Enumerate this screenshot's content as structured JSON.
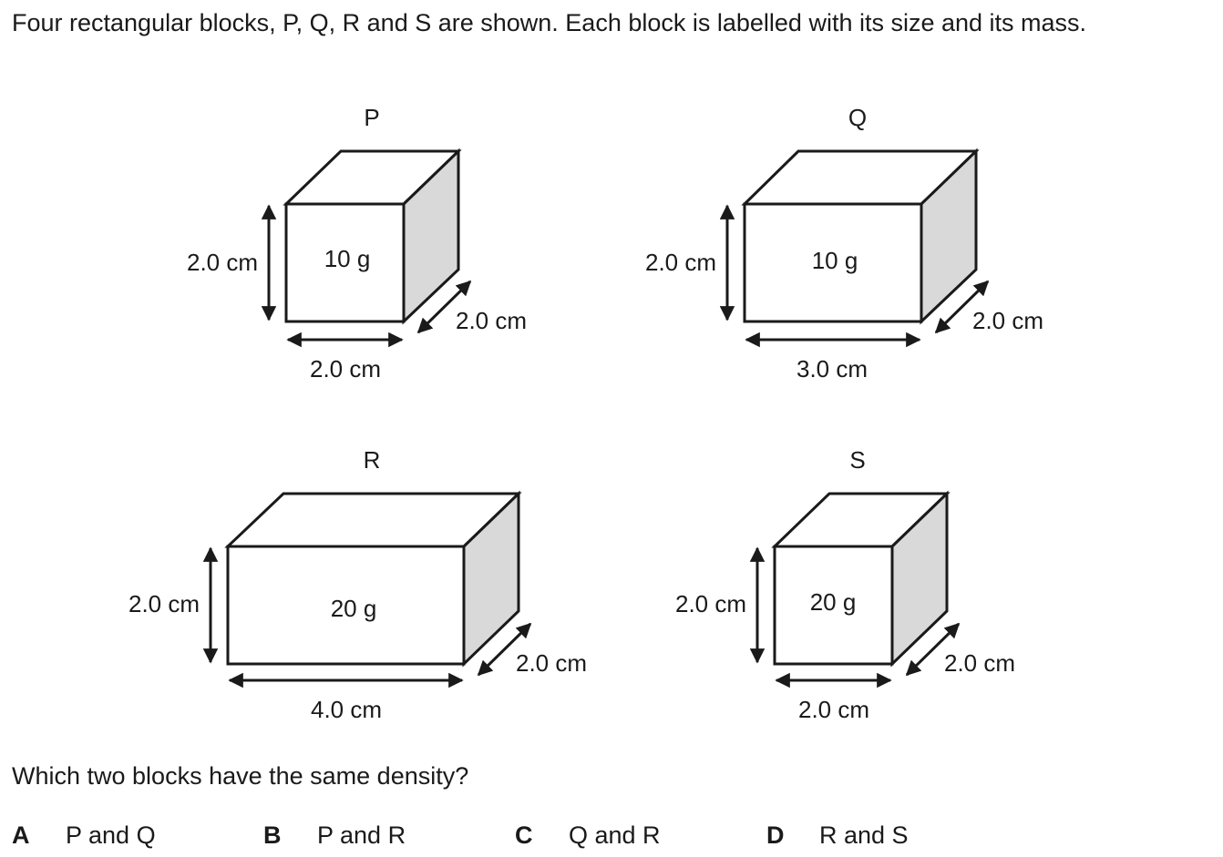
{
  "intro": "Four rectangular blocks, P, Q, R and S are shown. Each block is labelled with its size and its mass.",
  "question": "Which two blocks have the same density?",
  "options": [
    {
      "letter": "A",
      "text": "P and Q"
    },
    {
      "letter": "B",
      "text": "P and R"
    },
    {
      "letter": "C",
      "text": "Q and R"
    },
    {
      "letter": "D",
      "text": "R and S"
    }
  ],
  "blocks": [
    {
      "name": "P",
      "mass": "10 g",
      "height": "2.0 cm",
      "width": "2.0 cm",
      "depth": "2.0 cm"
    },
    {
      "name": "Q",
      "mass": "10 g",
      "height": "2.0 cm",
      "width": "3.0 cm",
      "depth": "2.0 cm"
    },
    {
      "name": "R",
      "mass": "20 g",
      "height": "2.0 cm",
      "width": "4.0 cm",
      "depth": "2.0 cm"
    },
    {
      "name": "S",
      "mass": "20 g",
      "height": "2.0 cm",
      "width": "2.0 cm",
      "depth": "2.0 cm"
    }
  ],
  "colors": {
    "side_face": "#d9d9d9",
    "outline": "#1a1a1a"
  }
}
